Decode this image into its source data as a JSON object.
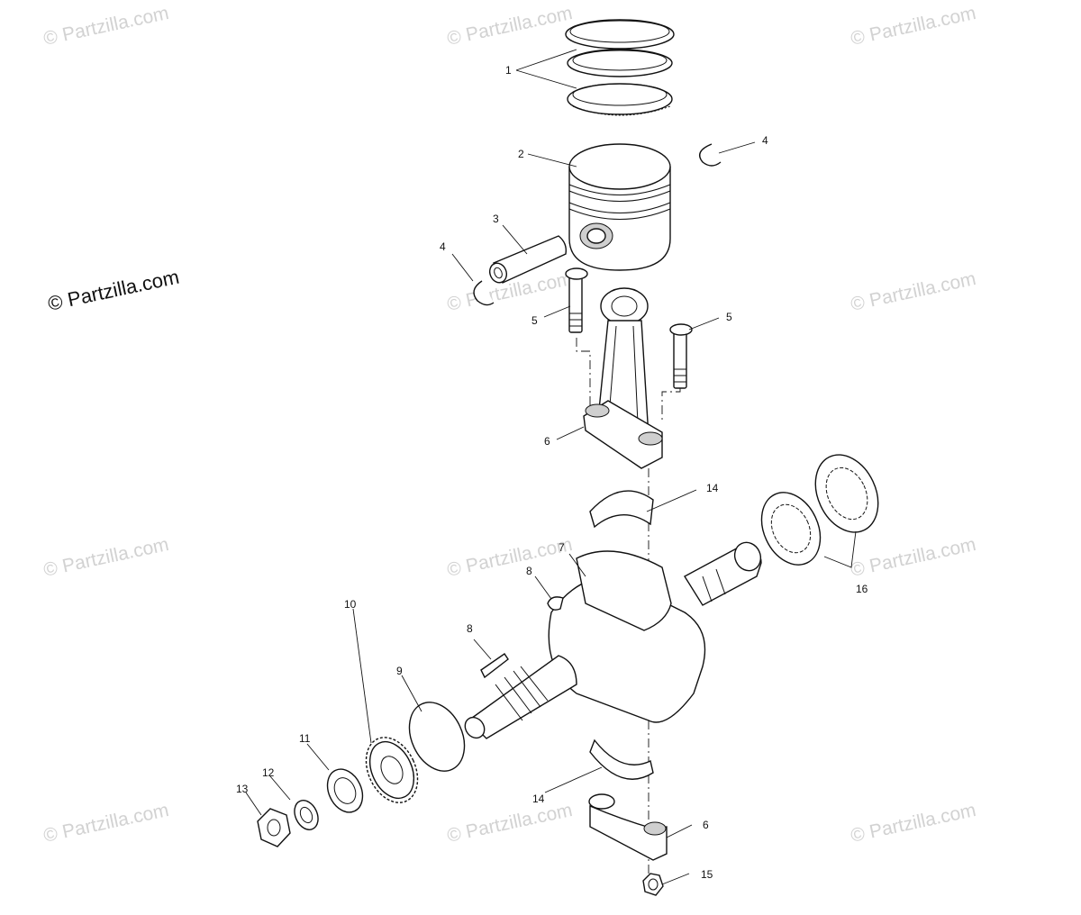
{
  "watermarks": {
    "main": "© Partzilla.com",
    "faint": "© Partzilla.com"
  },
  "callouts": {
    "c1": "1",
    "c2": "2",
    "c3": "3",
    "c4a": "4",
    "c4b": "4",
    "c5a": "5",
    "c5b": "5",
    "c6a": "6",
    "c6b": "6",
    "c7": "7",
    "c8a": "8",
    "c8b": "8",
    "c9": "9",
    "c10": "10",
    "c11": "11",
    "c12": "12",
    "c13": "13",
    "c14a": "14",
    "c14b": "14",
    "c15": "15",
    "c16": "16"
  },
  "colors": {
    "line": "#111111",
    "watermark": "#d2d2d2",
    "background": "#ffffff"
  }
}
